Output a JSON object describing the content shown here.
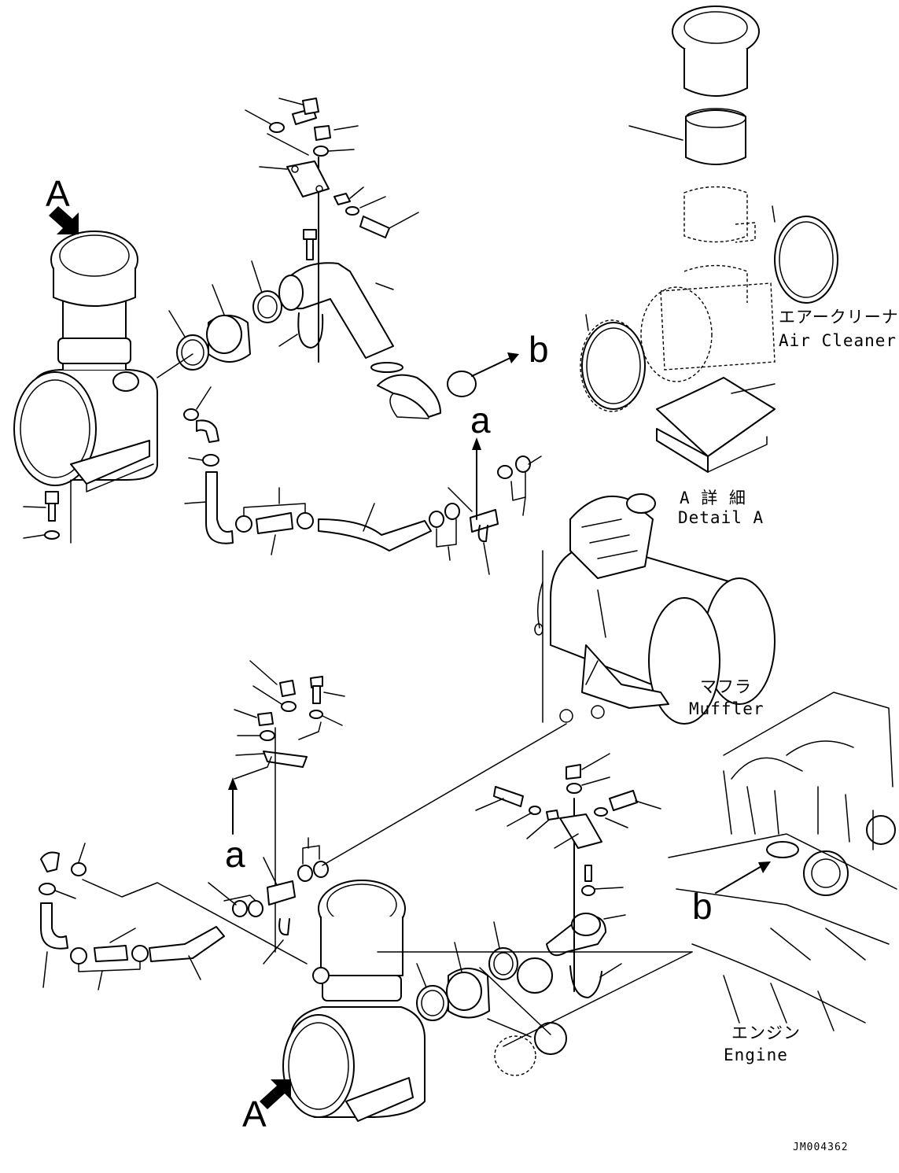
{
  "labels": {
    "view_a_top": "A",
    "view_a_bottom": "A",
    "ref_b_top": "b",
    "ref_b_bottom": "b",
    "ref_a_upper": "a",
    "ref_a_lower": "a",
    "air_cleaner_jp": "エアークリーナ",
    "air_cleaner_en": "Air Cleaner",
    "detail_a_jp": "A 詳 細",
    "detail_a_en": "Detail A",
    "muffler_jp": "マフラ",
    "muffler_en": "Muffler",
    "engine_jp": "エンジン",
    "engine_en": "Engine",
    "drawing_number": "JM004362"
  }
}
